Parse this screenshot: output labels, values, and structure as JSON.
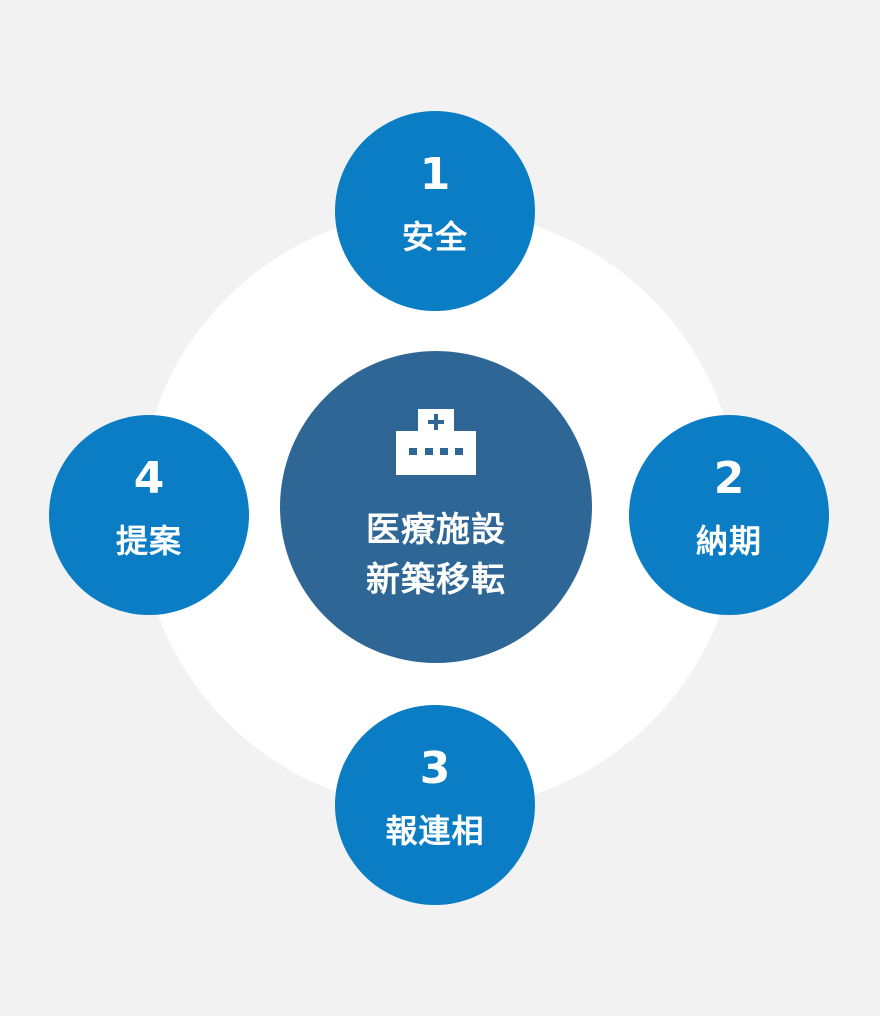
{
  "center": {
    "line1": "医療施設",
    "line2": "新築移転",
    "icon": "hospital-icon"
  },
  "nodes": [
    {
      "number": "1",
      "label": "安全"
    },
    {
      "number": "2",
      "label": "納期"
    },
    {
      "number": "3",
      "label": "報連相"
    },
    {
      "number": "4",
      "label": "提案"
    }
  ],
  "colors": {
    "background": "#f2f2f3",
    "ring": "#ffffff",
    "center": "#2e6696",
    "node": "#0a7dc4",
    "text": "#ffffff"
  }
}
